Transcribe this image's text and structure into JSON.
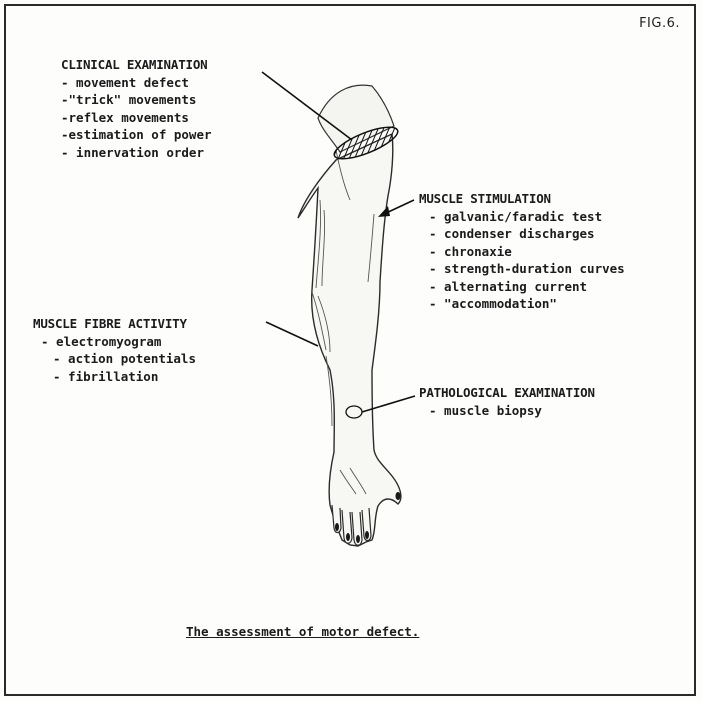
{
  "figure": {
    "fig_label": "FIG.6.",
    "caption": "The assessment of motor defect."
  },
  "clinical_examination": {
    "heading": "CLINICAL EXAMINATION",
    "items": [
      "- movement defect",
      "-\"trick\" movements",
      "-reflex movements",
      "-estimation of power",
      "- innervation order"
    ]
  },
  "muscle_stimulation": {
    "heading": "MUSCLE STIMULATION",
    "items": [
      "- galvanic/faradic test",
      "- condenser discharges",
      "- chronaxie",
      "- strength-duration curves",
      "- alternating current",
      "- \"accommodation\""
    ]
  },
  "muscle_fibre_activity": {
    "heading": "MUSCLE FIBRE ACTIVITY",
    "items": [
      "- electromyogram",
      "- action potentials",
      "- fibrillation"
    ]
  },
  "pathological_examination": {
    "heading": "PATHOLOGICAL EXAMINATION",
    "items": [
      "- muscle biopsy"
    ]
  }
}
